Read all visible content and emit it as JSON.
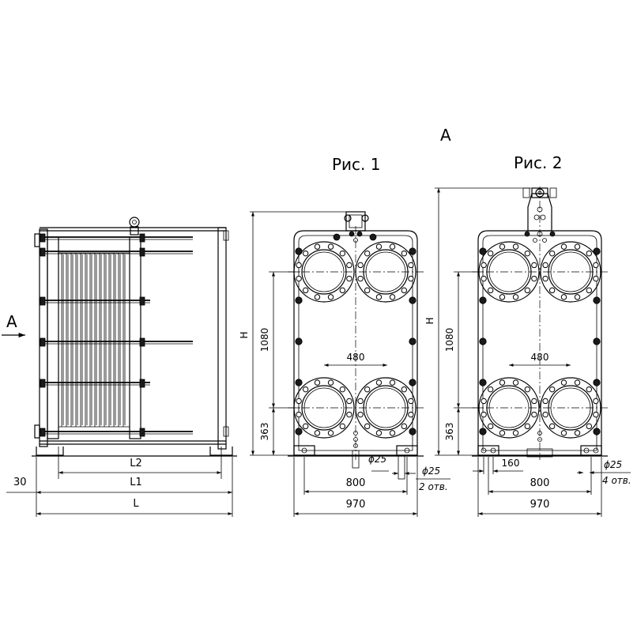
{
  "view_marker": "A",
  "figures": {
    "fig1_title": "Рис. 1",
    "fig2_title": "Рис. 2"
  },
  "side_view": {
    "arrow_label": "A",
    "dim_L2": "L2",
    "dim_L1": "L1",
    "dim_L": "L",
    "dim_30": "30"
  },
  "fig1": {
    "dim_H": "H",
    "dim_1080": "1080",
    "dim_363": "363",
    "dim_480": "480",
    "dim_phi25_center": "ϕ25",
    "dim_phi25_right": "ϕ25",
    "holes_note": "2 отв.",
    "dim_800": "800",
    "dim_970": "970"
  },
  "fig2": {
    "dim_H": "H",
    "dim_1080": "1080",
    "dim_363": "363",
    "dim_480": "480",
    "dim_160": "160",
    "dim_phi25_right": "ϕ25",
    "holes_note": "4 отв.",
    "dim_800": "800",
    "dim_970": "970"
  }
}
